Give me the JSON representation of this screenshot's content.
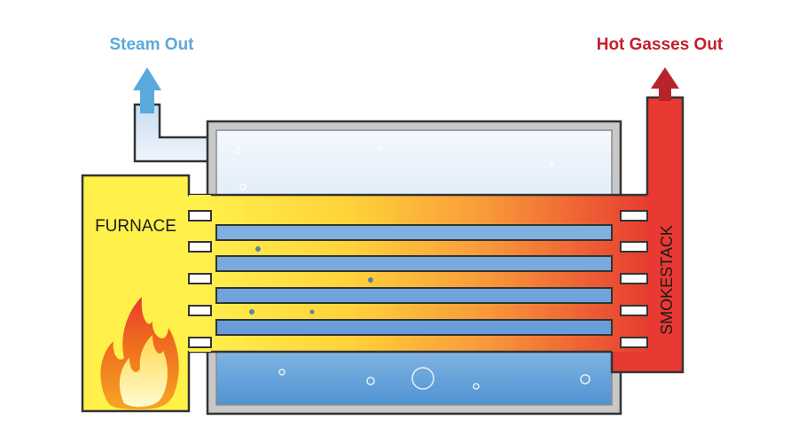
{
  "labels": {
    "steam_out": "Steam Out",
    "hot_gasses_out": "Hot Gasses Out",
    "furnace": "FURNACE",
    "smokestack": "SMOKESTACK"
  },
  "colors": {
    "steam": "#5aa9dc",
    "hot_gas": "#c41e2a",
    "furnace_fill": "#fff04a",
    "smokestack_fill": "#e83a32",
    "water": "#6fa8dc",
    "tank_frame": "#b8b8b8"
  },
  "icons": {
    "flame": "flame-icon",
    "steam_arrow": "up-arrow-icon",
    "gas_arrow": "up-arrow-icon"
  }
}
